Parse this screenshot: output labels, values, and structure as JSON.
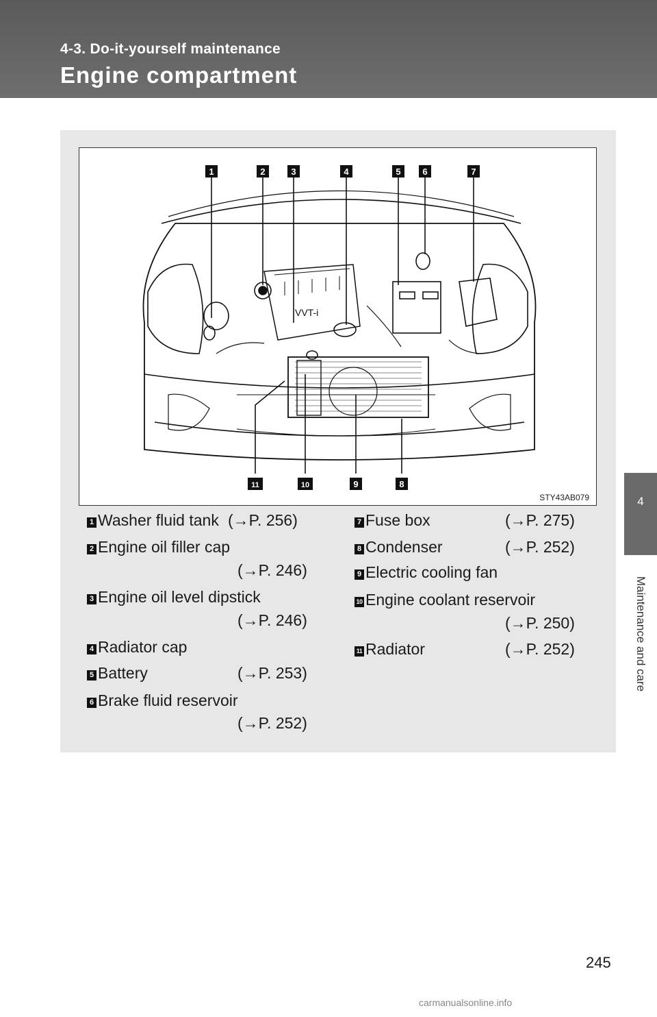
{
  "header": {
    "section_label": "4-3. Do-it-yourself maintenance",
    "page_title": "Engine compartment"
  },
  "side_tab": {
    "chapter_number": "4",
    "chapter_title": "Maintenance and care"
  },
  "figure": {
    "code": "STY43AB079",
    "callouts": [
      "1",
      "2",
      "3",
      "4",
      "5",
      "6",
      "7",
      "8",
      "9",
      "10",
      "11"
    ]
  },
  "legend": {
    "left": [
      {
        "num": "1",
        "label": "Washer fluid tank",
        "ref": "(→P. 256)"
      },
      {
        "num": "2",
        "label": "Engine oil filler cap",
        "ref": "(→P. 246)"
      },
      {
        "num": "3",
        "label": "Engine oil level dipstick",
        "ref": "(→P. 246)"
      },
      {
        "num": "4",
        "label": "Radiator cap",
        "ref": ""
      },
      {
        "num": "5",
        "label": "Battery",
        "ref": "(→P. 253)"
      },
      {
        "num": "6",
        "label": "Brake fluid reservoir",
        "ref": "(→P. 252)"
      }
    ],
    "right": [
      {
        "num": "7",
        "label": "Fuse box",
        "ref": "(→P. 275)"
      },
      {
        "num": "8",
        "label": "Condenser",
        "ref": "(→P. 252)"
      },
      {
        "num": "9",
        "label": "Electric cooling fan",
        "ref": ""
      },
      {
        "num": "10",
        "label": "Engine coolant reservoir",
        "ref": "(→P. 250)"
      },
      {
        "num": "11",
        "label": "Radiator",
        "ref": "(→P. 252)"
      }
    ]
  },
  "page_number": "245",
  "footer": {
    "watermark": "carmanualsonline.info"
  }
}
